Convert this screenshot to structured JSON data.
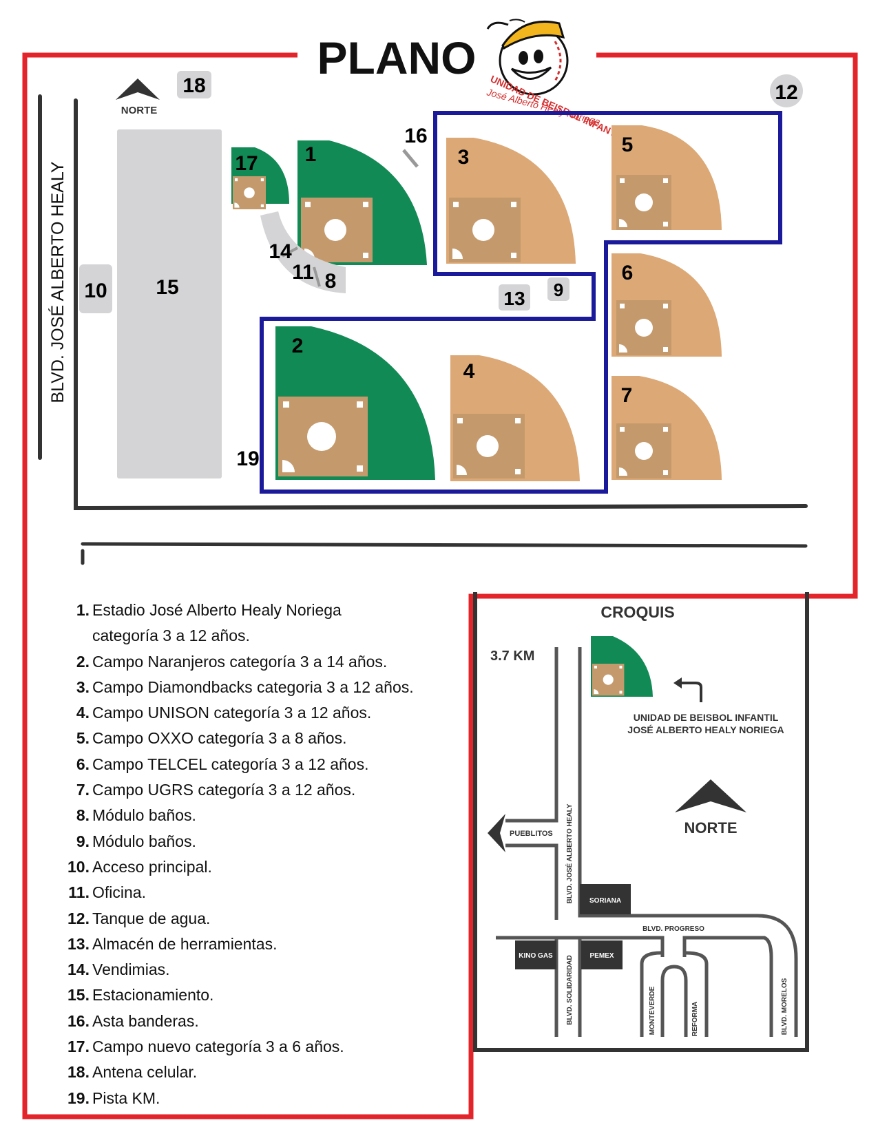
{
  "plano": {
    "title": "PLANO",
    "logo": {
      "arc_text": "UNIDAD DE BEISBOL INFANTIL",
      "subtitle": "José Alberto Healy Noriega"
    },
    "road_label": "BLVD. JOSÉ ALBERTO HEALY",
    "north_label": "NORTE",
    "markers": {
      "m1": "1",
      "m2": "2",
      "m3": "3",
      "m4": "4",
      "m5": "5",
      "m6": "6",
      "m7": "7",
      "m8": "8",
      "m9": "9",
      "m10": "10",
      "m11": "11",
      "m12": "12",
      "m13": "13",
      "m14": "14",
      "m15": "15",
      "m16": "16",
      "m17": "17",
      "m18": "18",
      "m19": "19"
    }
  },
  "legend": [
    {
      "num": "1.",
      "text": "Estadio José Alberto Healy Noriega",
      "cont": "categoría 3 a 12 años."
    },
    {
      "num": "2.",
      "text": "Campo Naranjeros categoría 3 a 14 años."
    },
    {
      "num": "3.",
      "text": "Campo Diamondbacks categoria 3 a 12 años."
    },
    {
      "num": "4.",
      "text": "Campo UNISON categoría 3 a 12 años."
    },
    {
      "num": "5.",
      "text": "Campo OXXO categoría 3 a 8 años."
    },
    {
      "num": "6.",
      "text": "Campo TELCEL categoría 3 a 12 años."
    },
    {
      "num": "7.",
      "text": "Campo UGRS categoría 3 a 12 años."
    },
    {
      "num": "8.",
      "text": "Módulo baños."
    },
    {
      "num": "9.",
      "text": "Módulo baños."
    },
    {
      "num": "10.",
      "text": "Acceso principal."
    },
    {
      "num": "11.",
      "text": "Oficina."
    },
    {
      "num": "12.",
      "text": "Tanque de agua."
    },
    {
      "num": "13.",
      "text": "Almacén de herramientas."
    },
    {
      "num": "14.",
      "text": "Vendimias."
    },
    {
      "num": "15.",
      "text": "Estacionamiento."
    },
    {
      "num": "16.",
      "text": "Asta banderas."
    },
    {
      "num": "17.",
      "text": "Campo nuevo categoría 3 a 6 años."
    },
    {
      "num": "18.",
      "text": "Antena celular."
    },
    {
      "num": "19.",
      "text": "Pista KM."
    }
  ],
  "croquis": {
    "title": "CROQUIS",
    "distance": "3.7 KM",
    "destination_line1": "UNIDAD DE BEISBOL INFANTIL",
    "destination_line2": "JOSÉ ALBERTO HEALY NORIEGA",
    "north_label": "NORTE",
    "pueblitos": "PUEBLITOS",
    "blvd_healy": "BLVD. JOSÉ ALBERTO HEALY",
    "blvd_progreso": "BLVD. PROGRESO",
    "blvd_solidaridad": "BLVD. SOLIDARIDAD",
    "monteverde": "MONTEVERDE",
    "reforma": "REFORMA",
    "blvd_morelos": "BLVD. MORELOS",
    "soriana": "SORIANA",
    "kino_gas": "KINO GAS",
    "pemex": "PEMEX"
  },
  "colors": {
    "border_red": "#e3242b",
    "fence_blue": "#1a1a9a",
    "field_green": "#128a55",
    "field_tan": "#dca875",
    "infield": "#c49a6c",
    "building_gray": "#d4d4d6",
    "road_dark": "#333333"
  }
}
